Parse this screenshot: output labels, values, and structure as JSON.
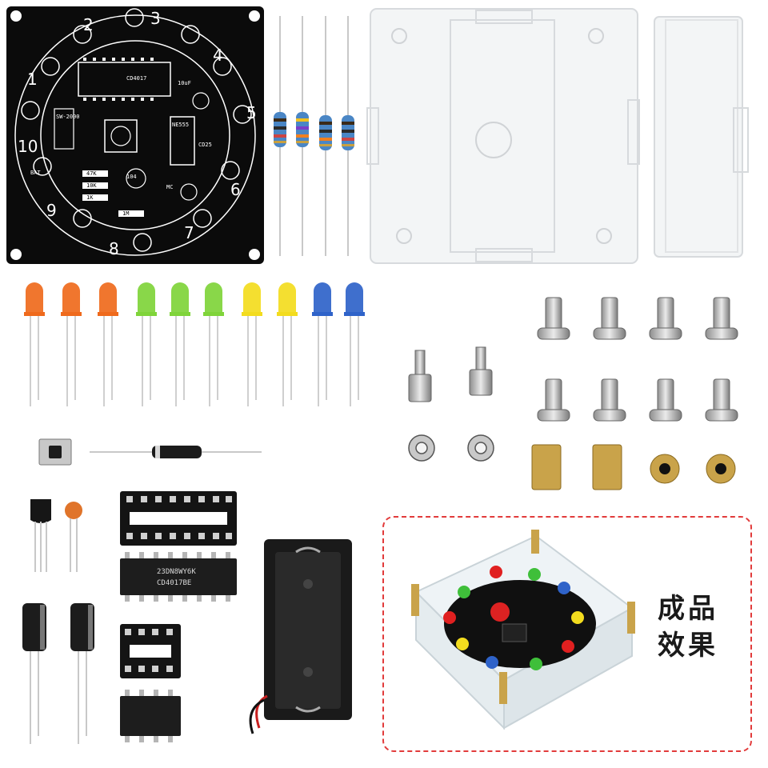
{
  "pcb": {
    "numbers": [
      "1",
      "2",
      "3",
      "4",
      "5",
      "6",
      "7",
      "8",
      "9",
      "10"
    ],
    "texts": [
      "CD4017",
      "NE555",
      "SW-2000",
      "10uF",
      "BAT",
      "47K",
      "10K",
      "1K",
      "1M",
      "CD25",
      "104",
      "MC"
    ]
  },
  "chips": {
    "cd4017_lines": [
      "23DN8WY6K",
      "CD4017BE"
    ]
  },
  "leds": {
    "colors": [
      "#ef6a1c",
      "#ef6a1c",
      "#ef6a1c",
      "#7fd43a",
      "#7fd43a",
      "#7fd43a",
      "#f3dc1e",
      "#f3dc1e",
      "#2f63c9",
      "#2f63c9"
    ]
  },
  "finished": {
    "label_line1": "成品",
    "label_line2": "效果",
    "border_color": "#e23b3b"
  }
}
